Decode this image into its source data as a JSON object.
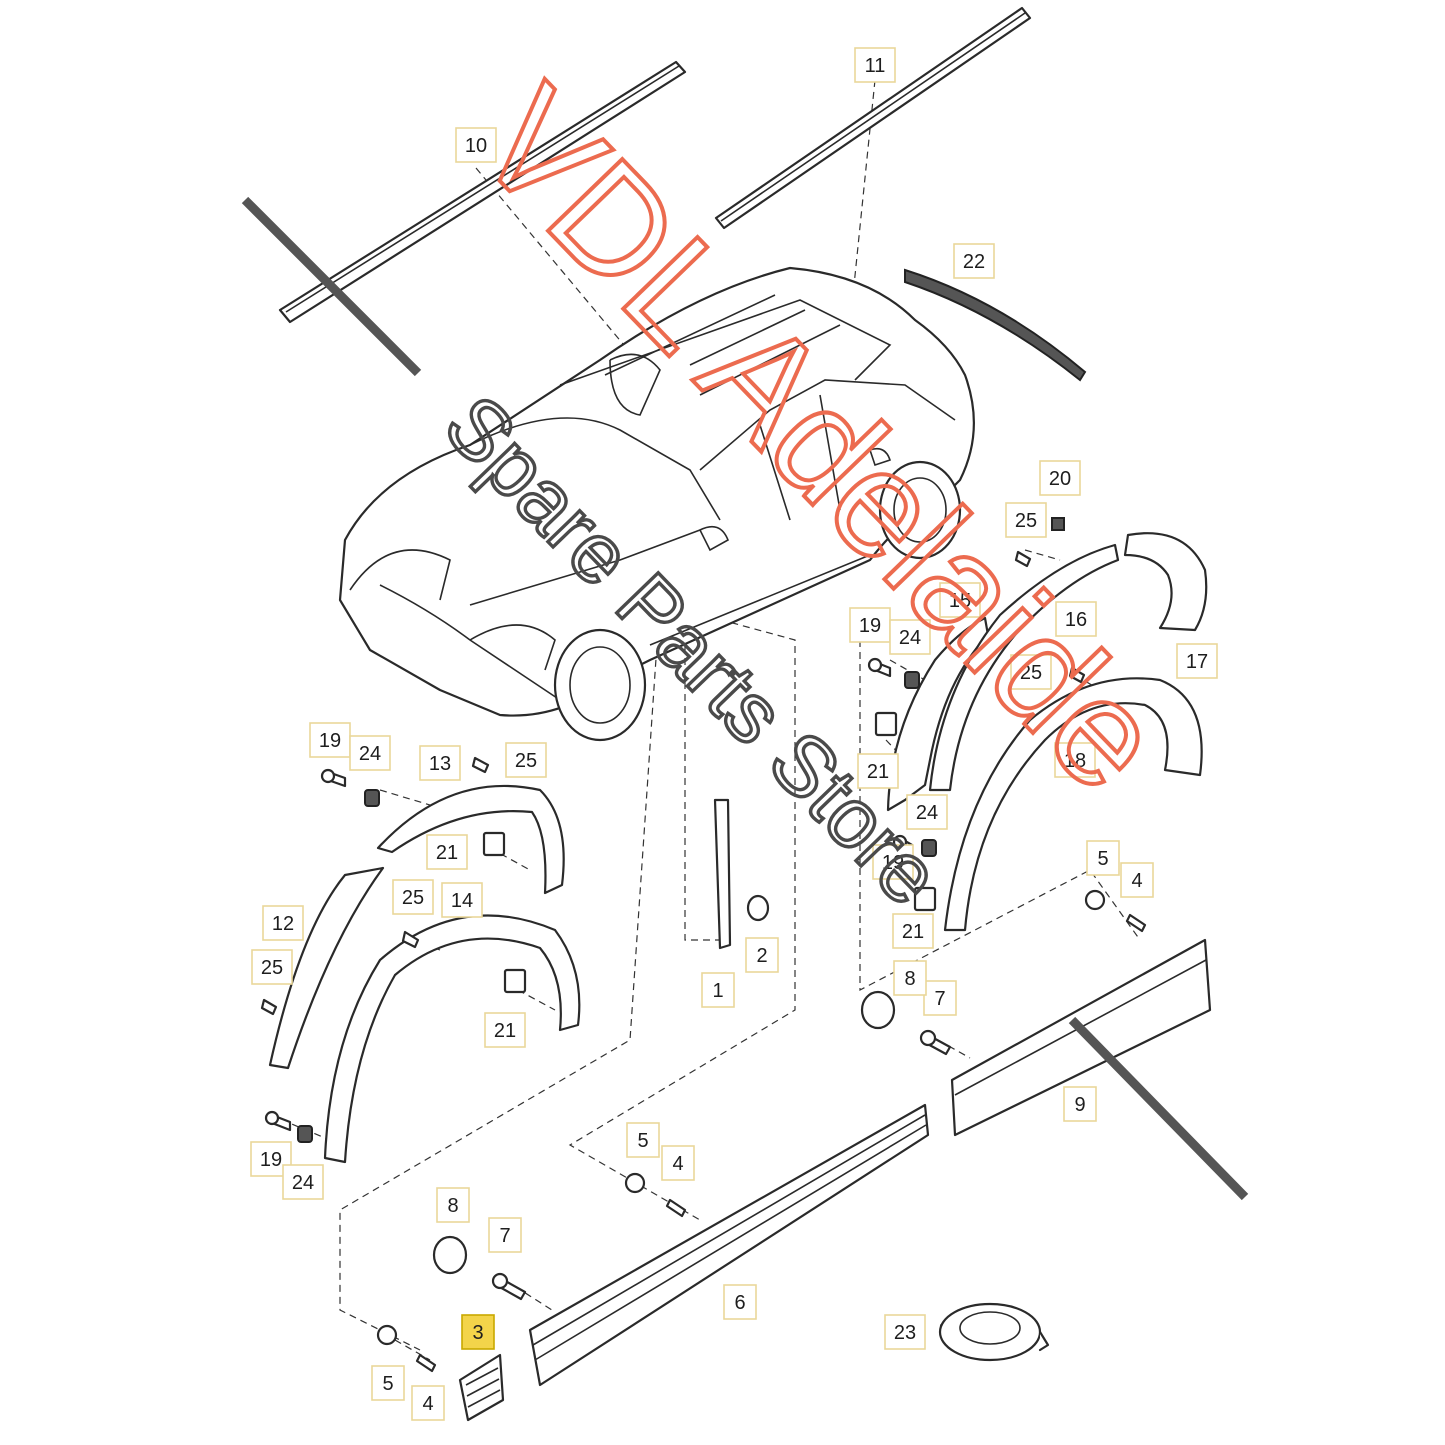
{
  "diagram": {
    "callouts": [
      {
        "id": "c1",
        "label": "1"
      },
      {
        "id": "c2",
        "label": "2"
      },
      {
        "id": "c3",
        "label": "3",
        "selected": true
      },
      {
        "id": "c4a",
        "label": "4"
      },
      {
        "id": "c4b",
        "label": "4"
      },
      {
        "id": "c4c",
        "label": "4"
      },
      {
        "id": "c5a",
        "label": "5"
      },
      {
        "id": "c5b",
        "label": "5"
      },
      {
        "id": "c5c",
        "label": "5"
      },
      {
        "id": "c6",
        "label": "6"
      },
      {
        "id": "c7a",
        "label": "7"
      },
      {
        "id": "c7b",
        "label": "7"
      },
      {
        "id": "c8a",
        "label": "8"
      },
      {
        "id": "c8b",
        "label": "8"
      },
      {
        "id": "c9",
        "label": "9"
      },
      {
        "id": "c10",
        "label": "10"
      },
      {
        "id": "c11",
        "label": "11"
      },
      {
        "id": "c12",
        "label": "12"
      },
      {
        "id": "c13",
        "label": "13"
      },
      {
        "id": "c14",
        "label": "14"
      },
      {
        "id": "c15",
        "label": "15"
      },
      {
        "id": "c16",
        "label": "16"
      },
      {
        "id": "c17",
        "label": "17"
      },
      {
        "id": "c18",
        "label": "18"
      },
      {
        "id": "c19a",
        "label": "19"
      },
      {
        "id": "c19b",
        "label": "19"
      },
      {
        "id": "c19c",
        "label": "19"
      },
      {
        "id": "c19d",
        "label": "19"
      },
      {
        "id": "c20",
        "label": "20"
      },
      {
        "id": "c21a",
        "label": "21"
      },
      {
        "id": "c21b",
        "label": "21"
      },
      {
        "id": "c21c",
        "label": "21"
      },
      {
        "id": "c21d",
        "label": "21"
      },
      {
        "id": "c22",
        "label": "22"
      },
      {
        "id": "c23",
        "label": "23"
      },
      {
        "id": "c24a",
        "label": "24"
      },
      {
        "id": "c24b",
        "label": "24"
      },
      {
        "id": "c24c",
        "label": "24"
      },
      {
        "id": "c24d",
        "label": "24"
      },
      {
        "id": "c25a",
        "label": "25"
      },
      {
        "id": "c25b",
        "label": "25"
      },
      {
        "id": "c25c",
        "label": "25"
      },
      {
        "id": "c25d",
        "label": "25"
      },
      {
        "id": "c25e",
        "label": "25"
      }
    ],
    "selected_color": "#f3d44a",
    "label_border_color": "#e9d79a"
  },
  "watermark": {
    "brand": "VDL Adelaide",
    "subtitle": "Spare Parts Store",
    "brand_color": "#ec6b4f",
    "subtitle_color": "#4a4a4a"
  }
}
